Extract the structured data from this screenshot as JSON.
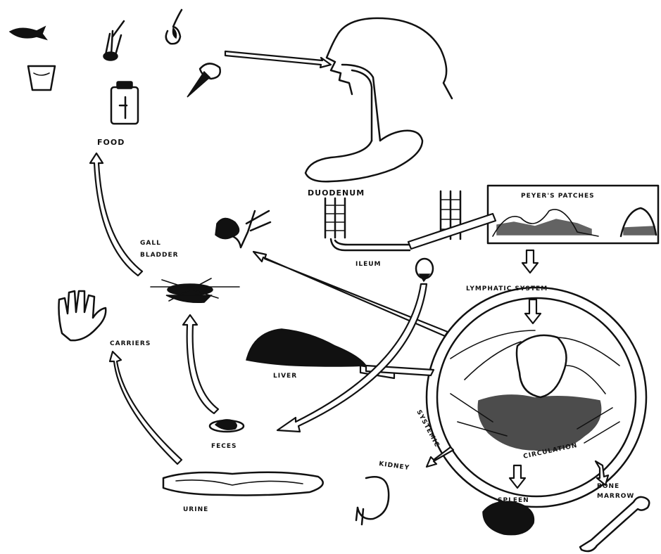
{
  "labels": {
    "food": "FOOD",
    "duodenum": "DUODENUM",
    "peyers_patches": "PEYER'S PATCHES",
    "ileum": "ILEUM",
    "gall": "GALL",
    "bladder": "BLADDER",
    "lymphatic_system": "LYMPHATIC SYSTEM",
    "carriers": "CARRIERS",
    "liver": "LIVER",
    "systemic": "SYSTEMIC",
    "circulation": "CIRCULATION",
    "feces": "FECES",
    "kidney": "KIDNEY",
    "urine": "URINE",
    "spleen": "SPLEEN",
    "bone": "BONE",
    "marrow": "MARROW"
  }
}
